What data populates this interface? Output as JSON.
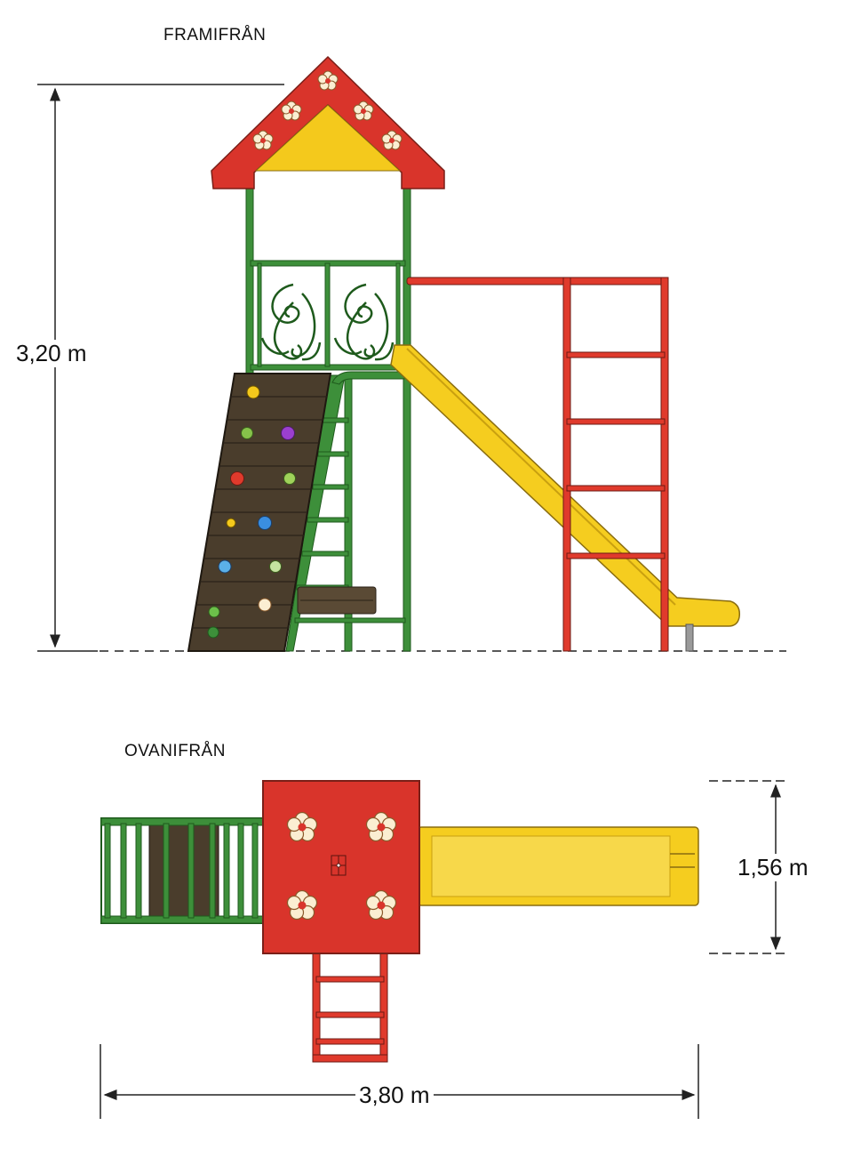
{
  "views": {
    "front": {
      "title": "FRAMIFRÅN"
    },
    "top": {
      "title": "OVANIFRÅN"
    }
  },
  "dimensions": {
    "height": "3,20 m",
    "depth": "1,56 m",
    "width": "3,80 m"
  },
  "colors": {
    "roof_red": "#d9342b",
    "roof_yellow": "#f4c91c",
    "frame_green": "#3d8f3a",
    "ladder_red": "#e03a2c",
    "slide_yellow": "#f5cd1f",
    "wall_wood": "#4a3d2c",
    "line_dark": "#222222"
  },
  "icons": {
    "flower": "flower-icon",
    "climbing_hold": "climbing-hold-icon"
  }
}
